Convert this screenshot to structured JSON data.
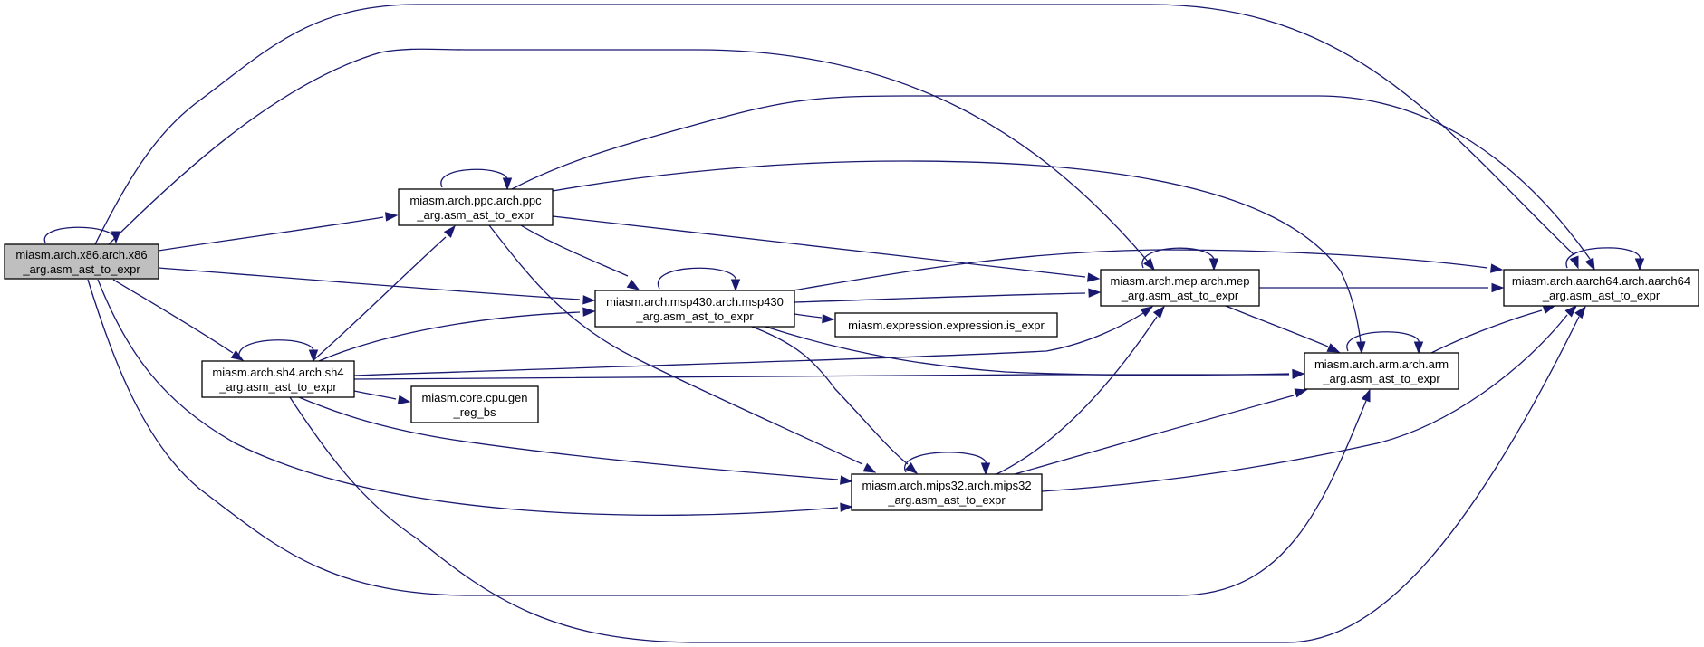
{
  "diagram": {
    "type": "call-graph",
    "nodes": [
      {
        "id": "x86",
        "line1": "miasm.arch.x86.arch.x86",
        "line2": "_arg.asm_ast_to_expr",
        "current": true
      },
      {
        "id": "ppc",
        "line1": "miasm.arch.ppc.arch.ppc",
        "line2": "_arg.asm_ast_to_expr"
      },
      {
        "id": "msp430",
        "line1": "miasm.arch.msp430.arch.msp430",
        "line2": "_arg.asm_ast_to_expr"
      },
      {
        "id": "sh4",
        "line1": "miasm.arch.sh4.arch.sh4",
        "line2": "_arg.asm_ast_to_expr"
      },
      {
        "id": "genreg",
        "line1": "miasm.core.cpu.gen",
        "line2": "_reg_bs"
      },
      {
        "id": "isexpr",
        "line1": "miasm.expression.expression.is_expr",
        "line2": ""
      },
      {
        "id": "mep",
        "line1": "miasm.arch.mep.arch.mep",
        "line2": "_arg.asm_ast_to_expr"
      },
      {
        "id": "mips32",
        "line1": "miasm.arch.mips32.arch.mips32",
        "line2": "_arg.asm_ast_to_expr"
      },
      {
        "id": "arm",
        "line1": "miasm.arch.arm.arch.arm",
        "line2": "_arg.asm_ast_to_expr"
      },
      {
        "id": "aarch64",
        "line1": "miasm.arch.aarch64.arch.aarch64",
        "line2": "_arg.asm_ast_to_expr"
      }
    ],
    "edges": [
      {
        "from": "x86",
        "to": "x86"
      },
      {
        "from": "x86",
        "to": "aarch64"
      },
      {
        "from": "x86",
        "to": "mep"
      },
      {
        "from": "x86",
        "to": "ppc"
      },
      {
        "from": "x86",
        "to": "msp430"
      },
      {
        "from": "x86",
        "to": "sh4"
      },
      {
        "from": "x86",
        "to": "mips32"
      },
      {
        "from": "x86",
        "to": "arm"
      },
      {
        "from": "ppc",
        "to": "ppc"
      },
      {
        "from": "ppc",
        "to": "aarch64"
      },
      {
        "from": "ppc",
        "to": "arm"
      },
      {
        "from": "ppc",
        "to": "mep"
      },
      {
        "from": "ppc",
        "to": "msp430"
      },
      {
        "from": "ppc",
        "to": "mips32"
      },
      {
        "from": "msp430",
        "to": "msp430"
      },
      {
        "from": "msp430",
        "to": "aarch64"
      },
      {
        "from": "msp430",
        "to": "mep"
      },
      {
        "from": "msp430",
        "to": "isexpr"
      },
      {
        "from": "msp430",
        "to": "arm"
      },
      {
        "from": "msp430",
        "to": "mips32"
      },
      {
        "from": "sh4",
        "to": "sh4"
      },
      {
        "from": "sh4",
        "to": "ppc"
      },
      {
        "from": "sh4",
        "to": "msp430"
      },
      {
        "from": "sh4",
        "to": "mep"
      },
      {
        "from": "sh4",
        "to": "arm"
      },
      {
        "from": "sh4",
        "to": "genreg"
      },
      {
        "from": "sh4",
        "to": "mips32"
      },
      {
        "from": "sh4",
        "to": "aarch64"
      },
      {
        "from": "mep",
        "to": "mep"
      },
      {
        "from": "mep",
        "to": "aarch64"
      },
      {
        "from": "mep",
        "to": "arm"
      },
      {
        "from": "mips32",
        "to": "mips32"
      },
      {
        "from": "mips32",
        "to": "mep"
      },
      {
        "from": "mips32",
        "to": "arm"
      },
      {
        "from": "mips32",
        "to": "aarch64"
      },
      {
        "from": "arm",
        "to": "arm"
      },
      {
        "from": "arm",
        "to": "aarch64"
      },
      {
        "from": "aarch64",
        "to": "aarch64"
      }
    ],
    "colors": {
      "edge": "#191970",
      "node_border": "#000000",
      "node_fill": "#ffffff",
      "current_node_fill": "#bfbfbf"
    }
  }
}
